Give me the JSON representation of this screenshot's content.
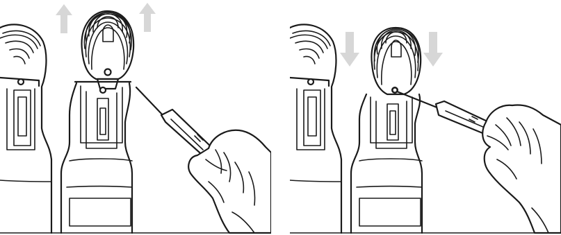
{
  "figure": {
    "panels": [
      {
        "id": "left",
        "step": "lift-head",
        "arrow_direction": "up"
      },
      {
        "id": "right",
        "step": "lower-head-screw",
        "arrow_direction": "down"
      }
    ],
    "colors": {
      "line": "#1a1a1a",
      "arrow": "#d7d7d7",
      "background": "#ffffff"
    },
    "icons": [
      "arrow-up-icon",
      "arrow-down-icon",
      "screwdriver-icon",
      "hand-icon",
      "screw-icon"
    ]
  }
}
